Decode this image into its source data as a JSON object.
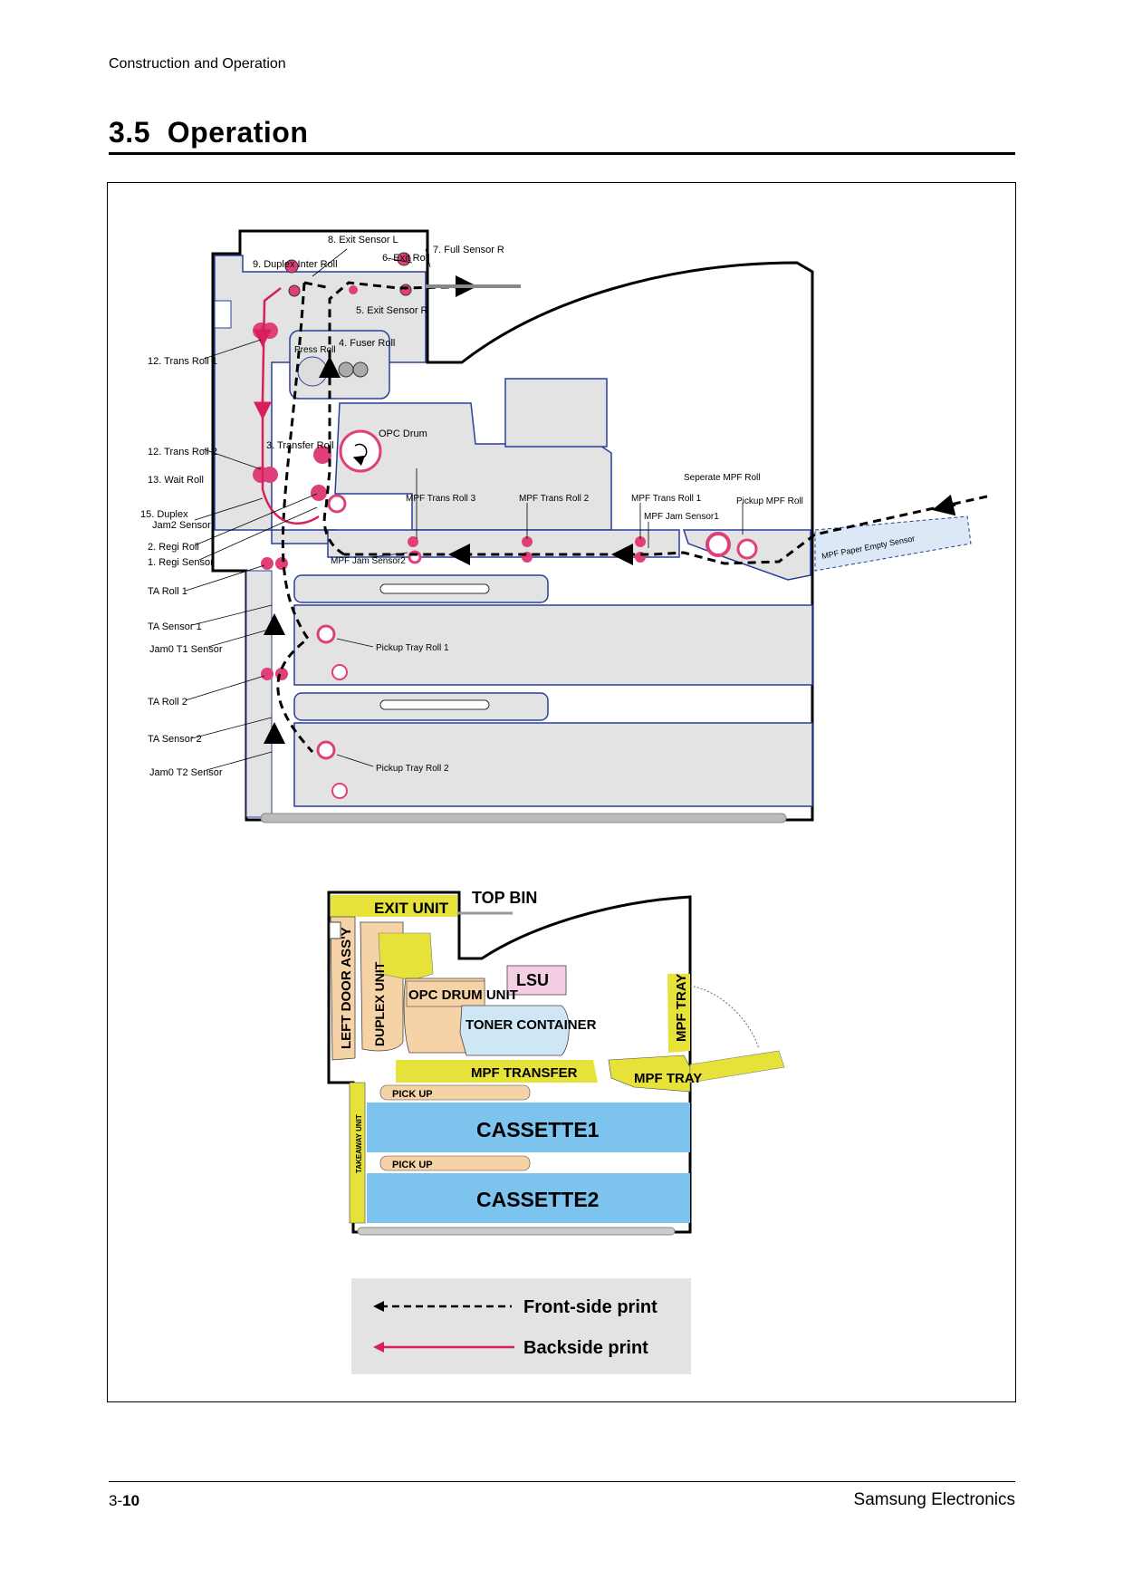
{
  "header": {
    "section": "Construction and Operation"
  },
  "title": {
    "number": "3.5",
    "text": "Operation"
  },
  "diagram_top": {
    "labels": {
      "exit_sensor_l": "8.  Exit  Sensor L",
      "full_sensor_r": "7.  Full   Sensor R",
      "duplex_inter_roll": "9.  Duplex Inter Roll",
      "exit_roll": "6. Exit Roll",
      "exit_sensor_r": "5. Exit  Sensor R",
      "fuser_roll": "4. Fuser Roll",
      "press_roll": "Press Roll",
      "trans_roll_1": "12. Trans Roll 1",
      "opc_drum": "OPC Drum",
      "transfer_roll": "3. Transfer Roll",
      "trans_roll_2": "12. Trans Roll 2",
      "wait_roll": "13. Wait Roll",
      "duplex_jam2_sensor_a": "15.  Duplex",
      "duplex_jam2_sensor_b": "Jam2 Sensor",
      "regi_roll": "2. Regi Roll",
      "regi_sensor": "1. Regi Sensor",
      "ta_roll_1": "TA  Roll 1",
      "ta_sensor_1": "TA  Sensor 1",
      "jam0_t1_sensor": "Jam0 T1 Sensor",
      "ta_roll_2": "TA  Roll 2",
      "ta_sensor_2": "TA  Sensor 2",
      "jam0_t2_sensor": "Jam0 T2 Sensor",
      "seperate_mpf_roll": "Seperate MPF Roll",
      "pickup_mpf_roll": "Pickup MPF Roll",
      "mpf_trans_roll_3": "MPF Trans Roll 3",
      "mpf_trans_roll_2": "MPF Trans Roll 2",
      "mpf_trans_roll_1": "MPF Trans Roll 1",
      "mpf_jam_sensor1": "MPF Jam  Sensor1",
      "mpf_jam_sensor2": "MPF Jam  Sensor2",
      "mpf_paper_empty_sensor": "MPF Paper Empty Sensor",
      "pickup_tray_roll_1": "Pickup Tray Roll 1",
      "pickup_tray_roll_2": "Pickup Tray Roll 2"
    }
  },
  "diagram_bottom": {
    "labels": {
      "exit_unit": "EXIT UNIT",
      "top_bin": "TOP BIN",
      "lsu": "LSU",
      "left_door_assy": "LEFT DOOR ASS'Y",
      "duplex_unit": "DUPLEX UNIT",
      "opc_drum_unit": "OPC DRUM UNIT",
      "toner_container": "TONER CONTAINER",
      "mpf_tray_vertical": "MPF TRAY",
      "mpf_transfer": "MPF TRANSFER",
      "mpf_tray": "MPF TRAY",
      "pick_up_1": "PICK UP",
      "cassette1": "CASSETTE1",
      "takeaway_unit": "TAKEAWAY UNIT",
      "pick_up_2": "PICK UP",
      "cassette2": "CASSETTE2"
    }
  },
  "legend": {
    "front_side": "Front-side print",
    "backside": "Backside print"
  },
  "colors": {
    "roll": "#e0407a",
    "body": "#e3e3e3",
    "outline": "#2a3f9a",
    "backside": "#d81f5c",
    "yellow": "#e7e23a",
    "peach": "#f6d3a6",
    "blue": "#7cc3ee",
    "light_blue": "#cfe6f5",
    "pink": "#f4cfe3"
  },
  "footer": {
    "page_prefix": "3-",
    "page_number": "10",
    "company": "Samsung Electronics"
  }
}
